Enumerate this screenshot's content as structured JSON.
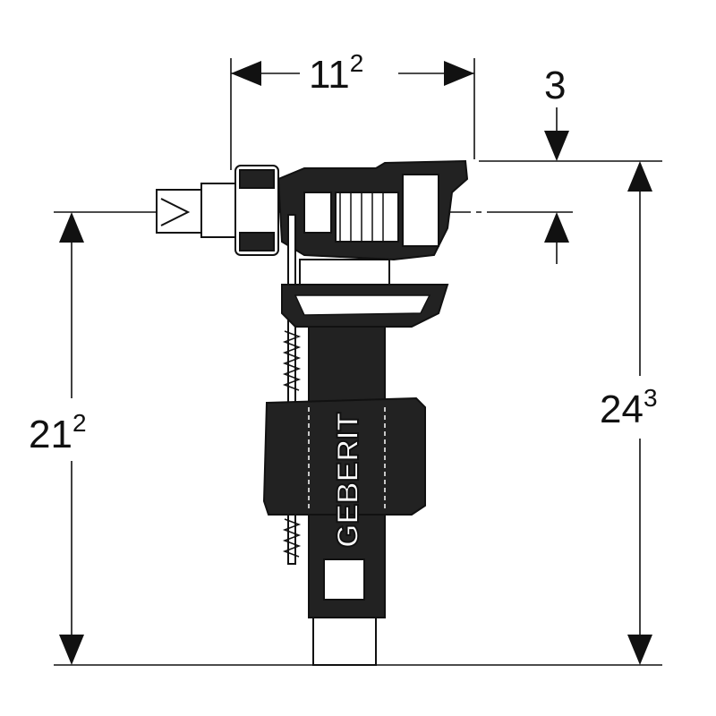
{
  "drawing": {
    "brand": "GEBERIT",
    "dimensions": {
      "width": {
        "main": "11",
        "sup": "2"
      },
      "top_offset": {
        "main": "3",
        "sup": ""
      },
      "inlet_height": {
        "main": "21",
        "sup": "2"
      },
      "total_height": {
        "main": "24",
        "sup": "3"
      }
    },
    "colors": {
      "line": "#111111",
      "body_dark": "#222222",
      "body_light": "#ffffff"
    }
  }
}
